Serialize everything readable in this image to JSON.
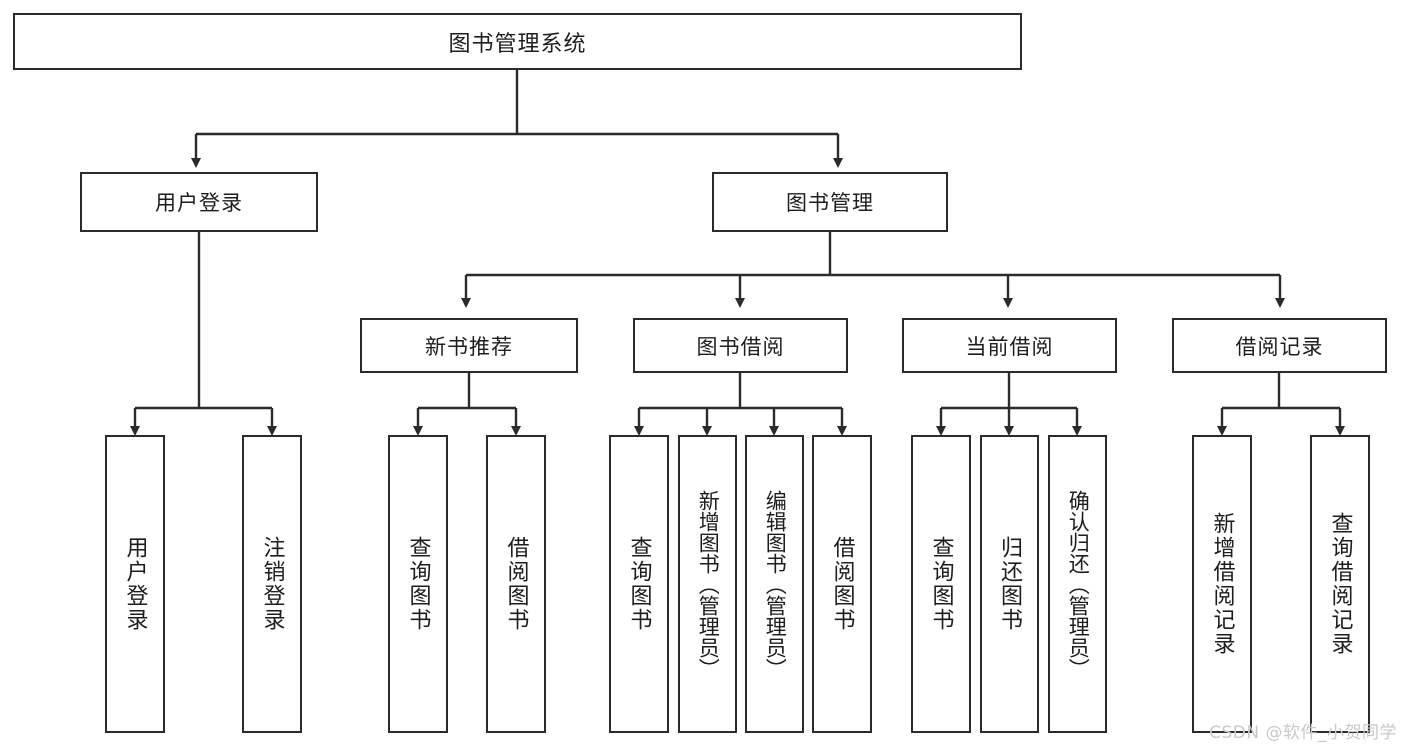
{
  "diagram": {
    "title": "图书管理系统",
    "type": "tree-hierarchy",
    "levels": [
      {
        "level": 1,
        "nodes": [
          {
            "id": "root",
            "label": "图书管理系统"
          }
        ]
      },
      {
        "level": 2,
        "nodes": [
          {
            "id": "login",
            "label": "用户登录"
          },
          {
            "id": "bookmgmt",
            "label": "图书管理"
          }
        ]
      },
      {
        "level": 3,
        "nodes": [
          {
            "id": "newbook",
            "label": "新书推荐"
          },
          {
            "id": "borrow",
            "label": "图书借阅"
          },
          {
            "id": "current",
            "label": "当前借阅"
          },
          {
            "id": "record",
            "label": "借阅记录"
          }
        ]
      }
    ],
    "leaves": {
      "login": [
        {
          "id": "leaf-user-login",
          "label": "用户登录"
        },
        {
          "id": "leaf-logout",
          "label": "注销登录"
        }
      ],
      "newbook": [
        {
          "id": "leaf-query-book-1",
          "label": "查询图书"
        },
        {
          "id": "leaf-borrow-book-1",
          "label": "借阅图书"
        }
      ],
      "borrow": [
        {
          "id": "leaf-query-book-2",
          "label": "查询图书"
        },
        {
          "id": "leaf-add-book",
          "label": "新增图书（管理员）"
        },
        {
          "id": "leaf-edit-book",
          "label": "编辑图书（管理员）"
        },
        {
          "id": "leaf-borrow-book-2",
          "label": "借阅图书"
        }
      ],
      "current": [
        {
          "id": "leaf-query-book-3",
          "label": "查询图书"
        },
        {
          "id": "leaf-return-book",
          "label": "归还图书"
        },
        {
          "id": "leaf-confirm-return",
          "label": "确认归还（管理员）"
        }
      ],
      "record": [
        {
          "id": "leaf-add-record",
          "label": "新增借阅记录"
        },
        {
          "id": "leaf-query-record",
          "label": "查询借阅记录"
        }
      ]
    },
    "watermark": "CSDN @软件_小贺同学",
    "colors": {
      "stroke": "#2b2b2b",
      "fill": "#ffffff",
      "text": "#1d1d1d",
      "watermark": "#c9c9c9"
    }
  }
}
